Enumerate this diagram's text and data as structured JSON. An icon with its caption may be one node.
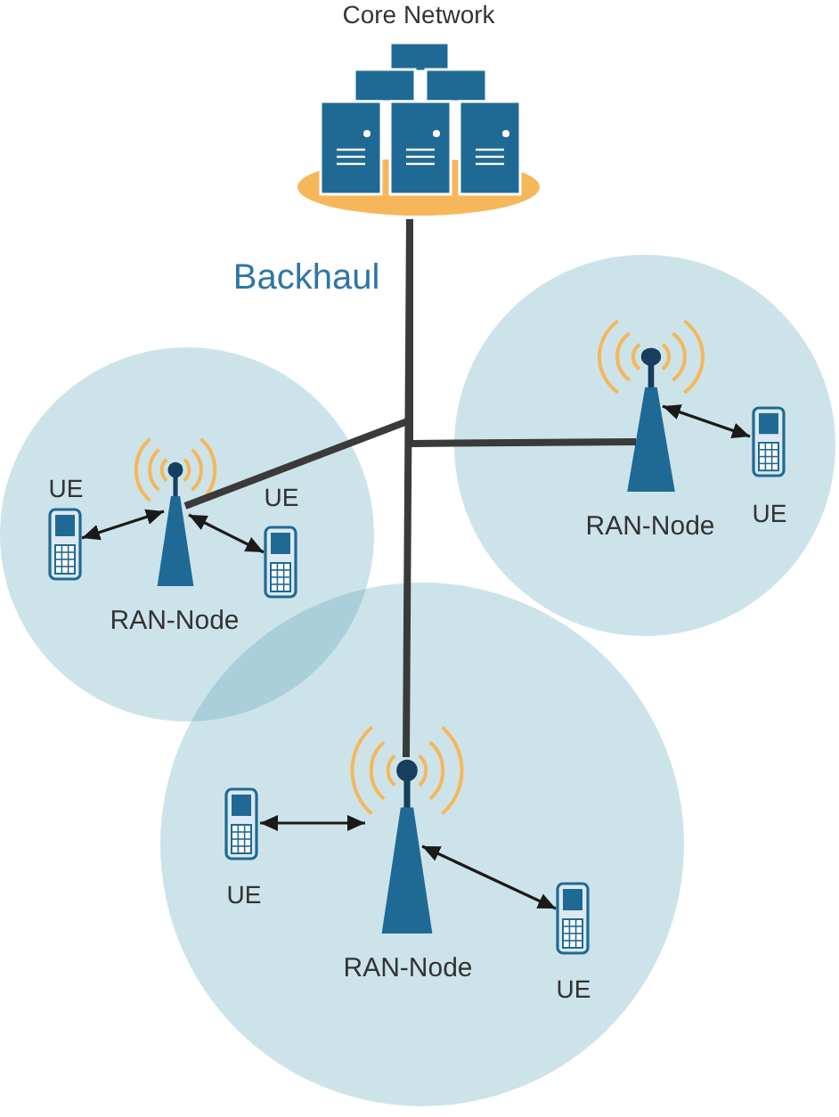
{
  "diagram": {
    "nodes": [
      {
        "text": [
          "Core Network"
        ]
      },
      {
        "text": [],
        "shape": "circle"
      },
      {
        "text": [
          "UE"
        ],
        "in": 1
      },
      {
        "text": [
          "RAN-Node"
        ],
        "in": 1
      },
      {
        "text": [
          "UE"
        ],
        "in": 1
      },
      {
        "text": [],
        "shape": "circle"
      },
      {
        "text": [
          "RAN-Node"
        ],
        "in": 5
      },
      {
        "text": [
          "UE"
        ],
        "in": 5
      },
      {
        "text": [],
        "shape": "circle"
      },
      {
        "text": [
          "UE"
        ],
        "in": 8
      },
      {
        "text": [
          "RAN-Node"
        ],
        "in": 8
      },
      {
        "text": [
          "UE"
        ],
        "in": 8
      }
    ],
    "edges": [
      {
        "from": 0,
        "to": 3,
        "arrow": "none",
        "style": "thick"
      },
      {
        "from": 0,
        "to": 6,
        "arrow": "none",
        "style": "thick"
      },
      {
        "from": 0,
        "to": 10,
        "arrow": "none",
        "style": "thick",
        "label": "Backhaul"
      },
      {
        "from": 2,
        "to": 3,
        "arrow": "both"
      },
      {
        "from": 3,
        "to": 4,
        "arrow": "both"
      },
      {
        "from": 6,
        "to": 7,
        "arrow": "both"
      },
      {
        "from": 9,
        "to": 10,
        "arrow": "both"
      },
      {
        "from": 10,
        "to": 11,
        "arrow": "both"
      }
    ]
  }
}
